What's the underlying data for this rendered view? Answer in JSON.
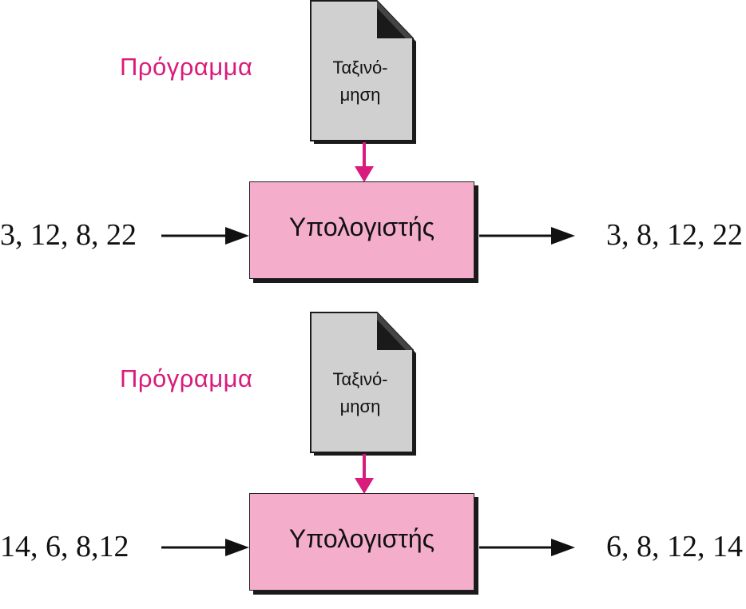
{
  "diagrams": [
    {
      "program_label": "Πρόγραμμα",
      "document_label_line1": "Ταξινό-",
      "document_label_line2": "μηση",
      "processor_label": "Υπολογιστής",
      "input": "3, 12, 8, 22",
      "output": "3, 8, 12, 22"
    },
    {
      "program_label": "Πρόγραμμα",
      "document_label_line1": "Ταξινό-",
      "document_label_line2": "μηση",
      "processor_label": "Υπολογιστής",
      "input": "14, 6, 8,12",
      "output": "6, 8, 12, 14"
    }
  ],
  "colors": {
    "program_label": "#d81b7c",
    "computer_fill": "#f4aecb",
    "document_fill": "#d0d0d0",
    "connector_arrow": "#d81b7c",
    "flow_arrow": "#111111"
  }
}
